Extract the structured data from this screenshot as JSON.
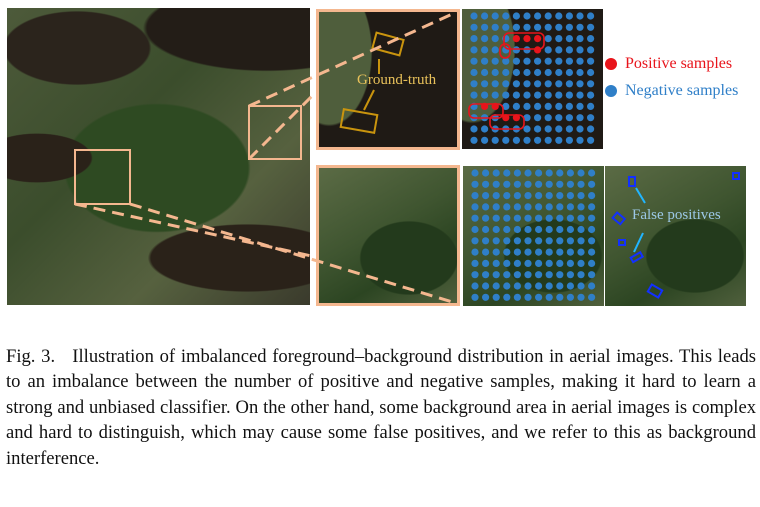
{
  "figure": {
    "annotations": {
      "ground_truth": "Ground-truth",
      "false_positives": "False positives"
    },
    "legend": [
      {
        "label": "Positive samples",
        "color": "#e8141b"
      },
      {
        "label": "Negative samples",
        "color": "#2f7fc8"
      }
    ],
    "colors": {
      "zoom_frame": "#f4b78f",
      "ground_truth_box": "#c9940e",
      "false_positive_box": "#1230ff",
      "positive": "#e8141b",
      "negative": "#2f7fc8"
    }
  },
  "caption": {
    "label": "Fig. 3.",
    "text": "Illustration of imbalanced foreground–background distribution in aerial images. This leads to an imbalance between the number of positive and negative samples, making it hard to learn a strong and unbiased classifier. On the other hand, some background area in aerial images is complex and hard to distinguish, which may cause some false positives, and we refer to this as background interference."
  }
}
